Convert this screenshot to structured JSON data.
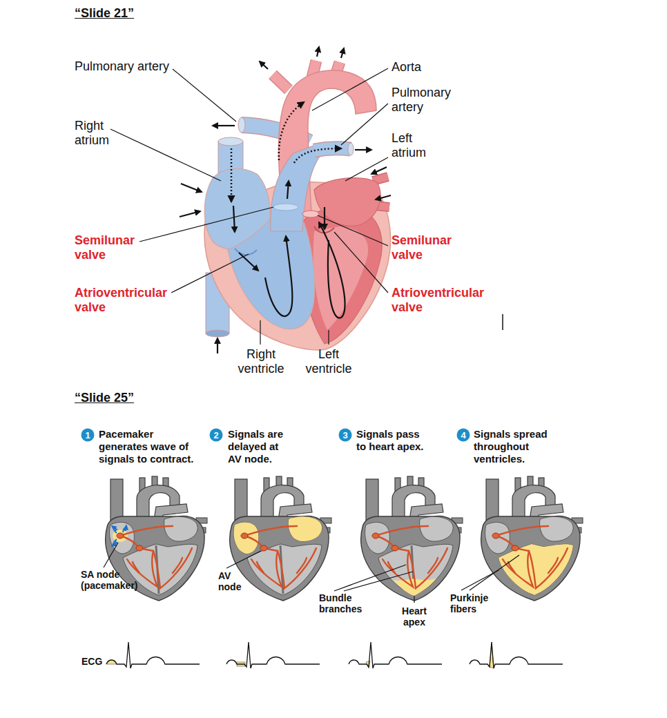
{
  "diagram": {
    "labels": [
      "“Slide 21”",
      "Pulmonary artery",
      "Aorta",
      "Pulmonary artery",
      "Right atrium",
      "Left atrium",
      "Semilunar valve",
      "Semilunar valve",
      "Atrioventricular valve",
      "Atrioventricular valve",
      "Right ventricle",
      "Left ventricle",
      "“Slide 25”",
      "1",
      "Pacemaker generates wave of signals to contract.",
      "2",
      "Signals are delayed at AV node.",
      "3",
      "Signals pass to heart apex.",
      "4",
      "Signals spread throughout ventricles.",
      "SA node (pacemaker)",
      "AV node",
      "Bundle branches",
      "Heart apex",
      "Purkinje fibers",
      "ECG"
    ]
  }
}
